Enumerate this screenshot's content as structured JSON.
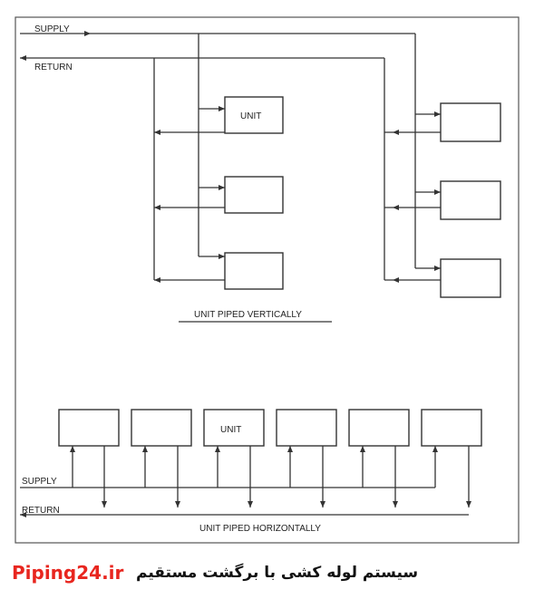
{
  "diagram": {
    "supply_label": "SUPPLY",
    "return_label": "RETURN",
    "unit_label": "UNIT",
    "vertical_caption": "UNIT PIPED VERTICALLY",
    "horizontal_caption": "UNIT PIPED HORIZONTALLY"
  },
  "footer": {
    "brand": "Piping24.ir",
    "caption": "سیستم لوله کشی با برگشت مستقیم"
  },
  "colors": {
    "brand": "#e8261f",
    "line": "#333333"
  }
}
